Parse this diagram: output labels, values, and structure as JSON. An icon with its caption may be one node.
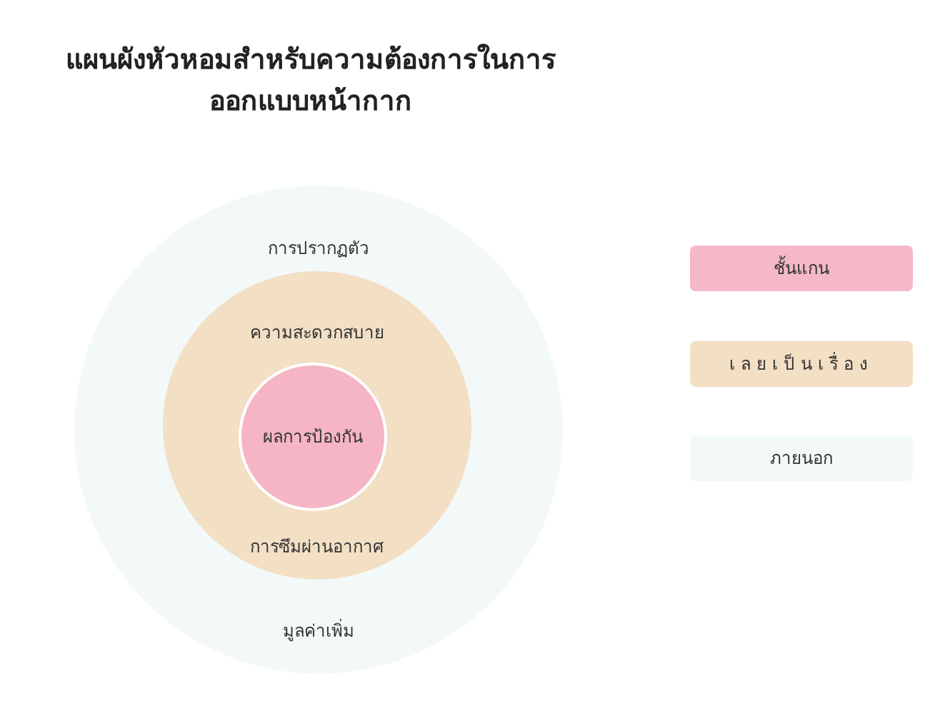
{
  "diagram": {
    "title": "แผนผังหัวหอมสำหรับความต้องการในการออกแบบหน้ากาก",
    "nodes": [
      {
        "text": [
          "การปรากฏตัว",
          "มูลค่าเพิ่ม"
        ]
      },
      {
        "text": [
          "ความสะดวกสบาย",
          "การซึมผ่านอากาศ"
        ],
        "in": 0
      },
      {
        "text": [
          "ผลการป้องกัน"
        ],
        "in": 1
      }
    ],
    "legend": [
      {
        "text": "ชั้นแกน",
        "color": "#f5b8c8"
      },
      {
        "text": "เลยเป็นเรื่อง",
        "color": "#f2dfc4"
      },
      {
        "text": "ภายนอก",
        "color": "#f3f9f9"
      }
    ]
  }
}
